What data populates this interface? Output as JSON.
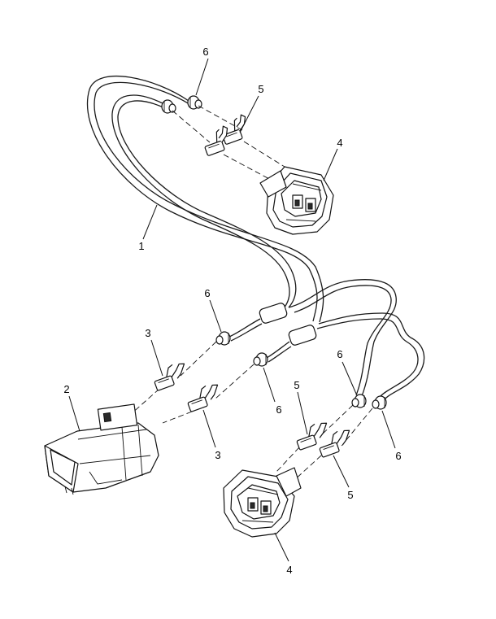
{
  "callouts": [
    {
      "id": "c6-top",
      "label": "6"
    },
    {
      "id": "c5-top",
      "label": "5"
    },
    {
      "id": "c4-top",
      "label": "4"
    },
    {
      "id": "c1",
      "label": "1"
    },
    {
      "id": "c6-mid",
      "label": "6"
    },
    {
      "id": "c3-upper",
      "label": "3"
    },
    {
      "id": "c2",
      "label": "2"
    },
    {
      "id": "c6-center",
      "label": "6"
    },
    {
      "id": "c3-lower",
      "label": "3"
    },
    {
      "id": "c6-right-upper",
      "label": "6"
    },
    {
      "id": "c5-lower-left",
      "label": "5"
    },
    {
      "id": "c6-right-lower",
      "label": "6"
    },
    {
      "id": "c5-lower-right",
      "label": "5"
    },
    {
      "id": "c4-bottom",
      "label": "4"
    }
  ]
}
